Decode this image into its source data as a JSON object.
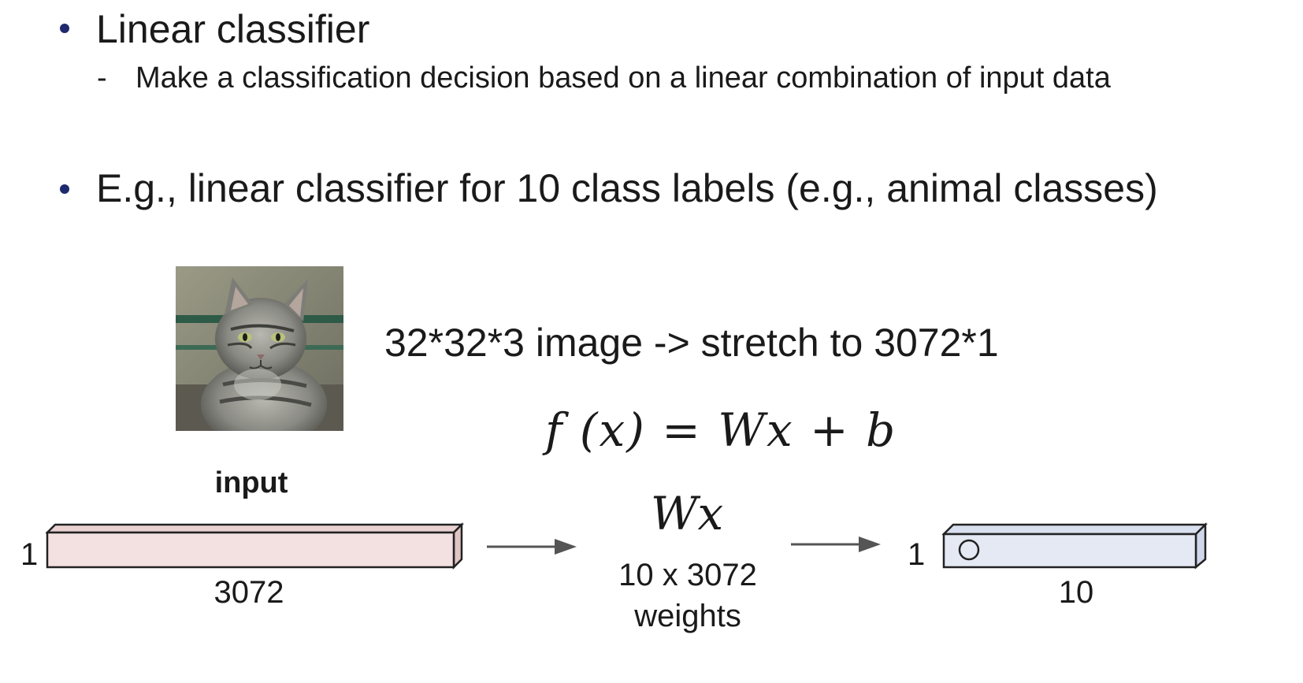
{
  "slide": {
    "bullets": [
      {
        "text": "Linear classifier",
        "sub": {
          "dash": "-",
          "text": "Make a classification decision based on a linear combination of input data"
        }
      },
      {
        "text": "E.g., linear classifier for 10 class labels (e.g., animal classes)"
      }
    ]
  },
  "diagram": {
    "image_caption": "32*32*3 image -> stretch to 3072*1",
    "formula": "f (x) = Wx + b",
    "input": {
      "title": "input",
      "height_label": "1",
      "width_label": "3072"
    },
    "weights": {
      "symbol": "Wx",
      "dims": "10 x 3072",
      "word": "weights"
    },
    "output": {
      "height_label": "1",
      "width_label": "10"
    },
    "colors": {
      "input_bar": "#f3e0e0",
      "output_bar": "#e4e9f4",
      "bullet": "#1f2a6e",
      "arrow": "#555555"
    },
    "icons": {
      "photo": "cat-photo",
      "arrow": "right-arrow-icon",
      "neuron": "circle-icon"
    }
  }
}
